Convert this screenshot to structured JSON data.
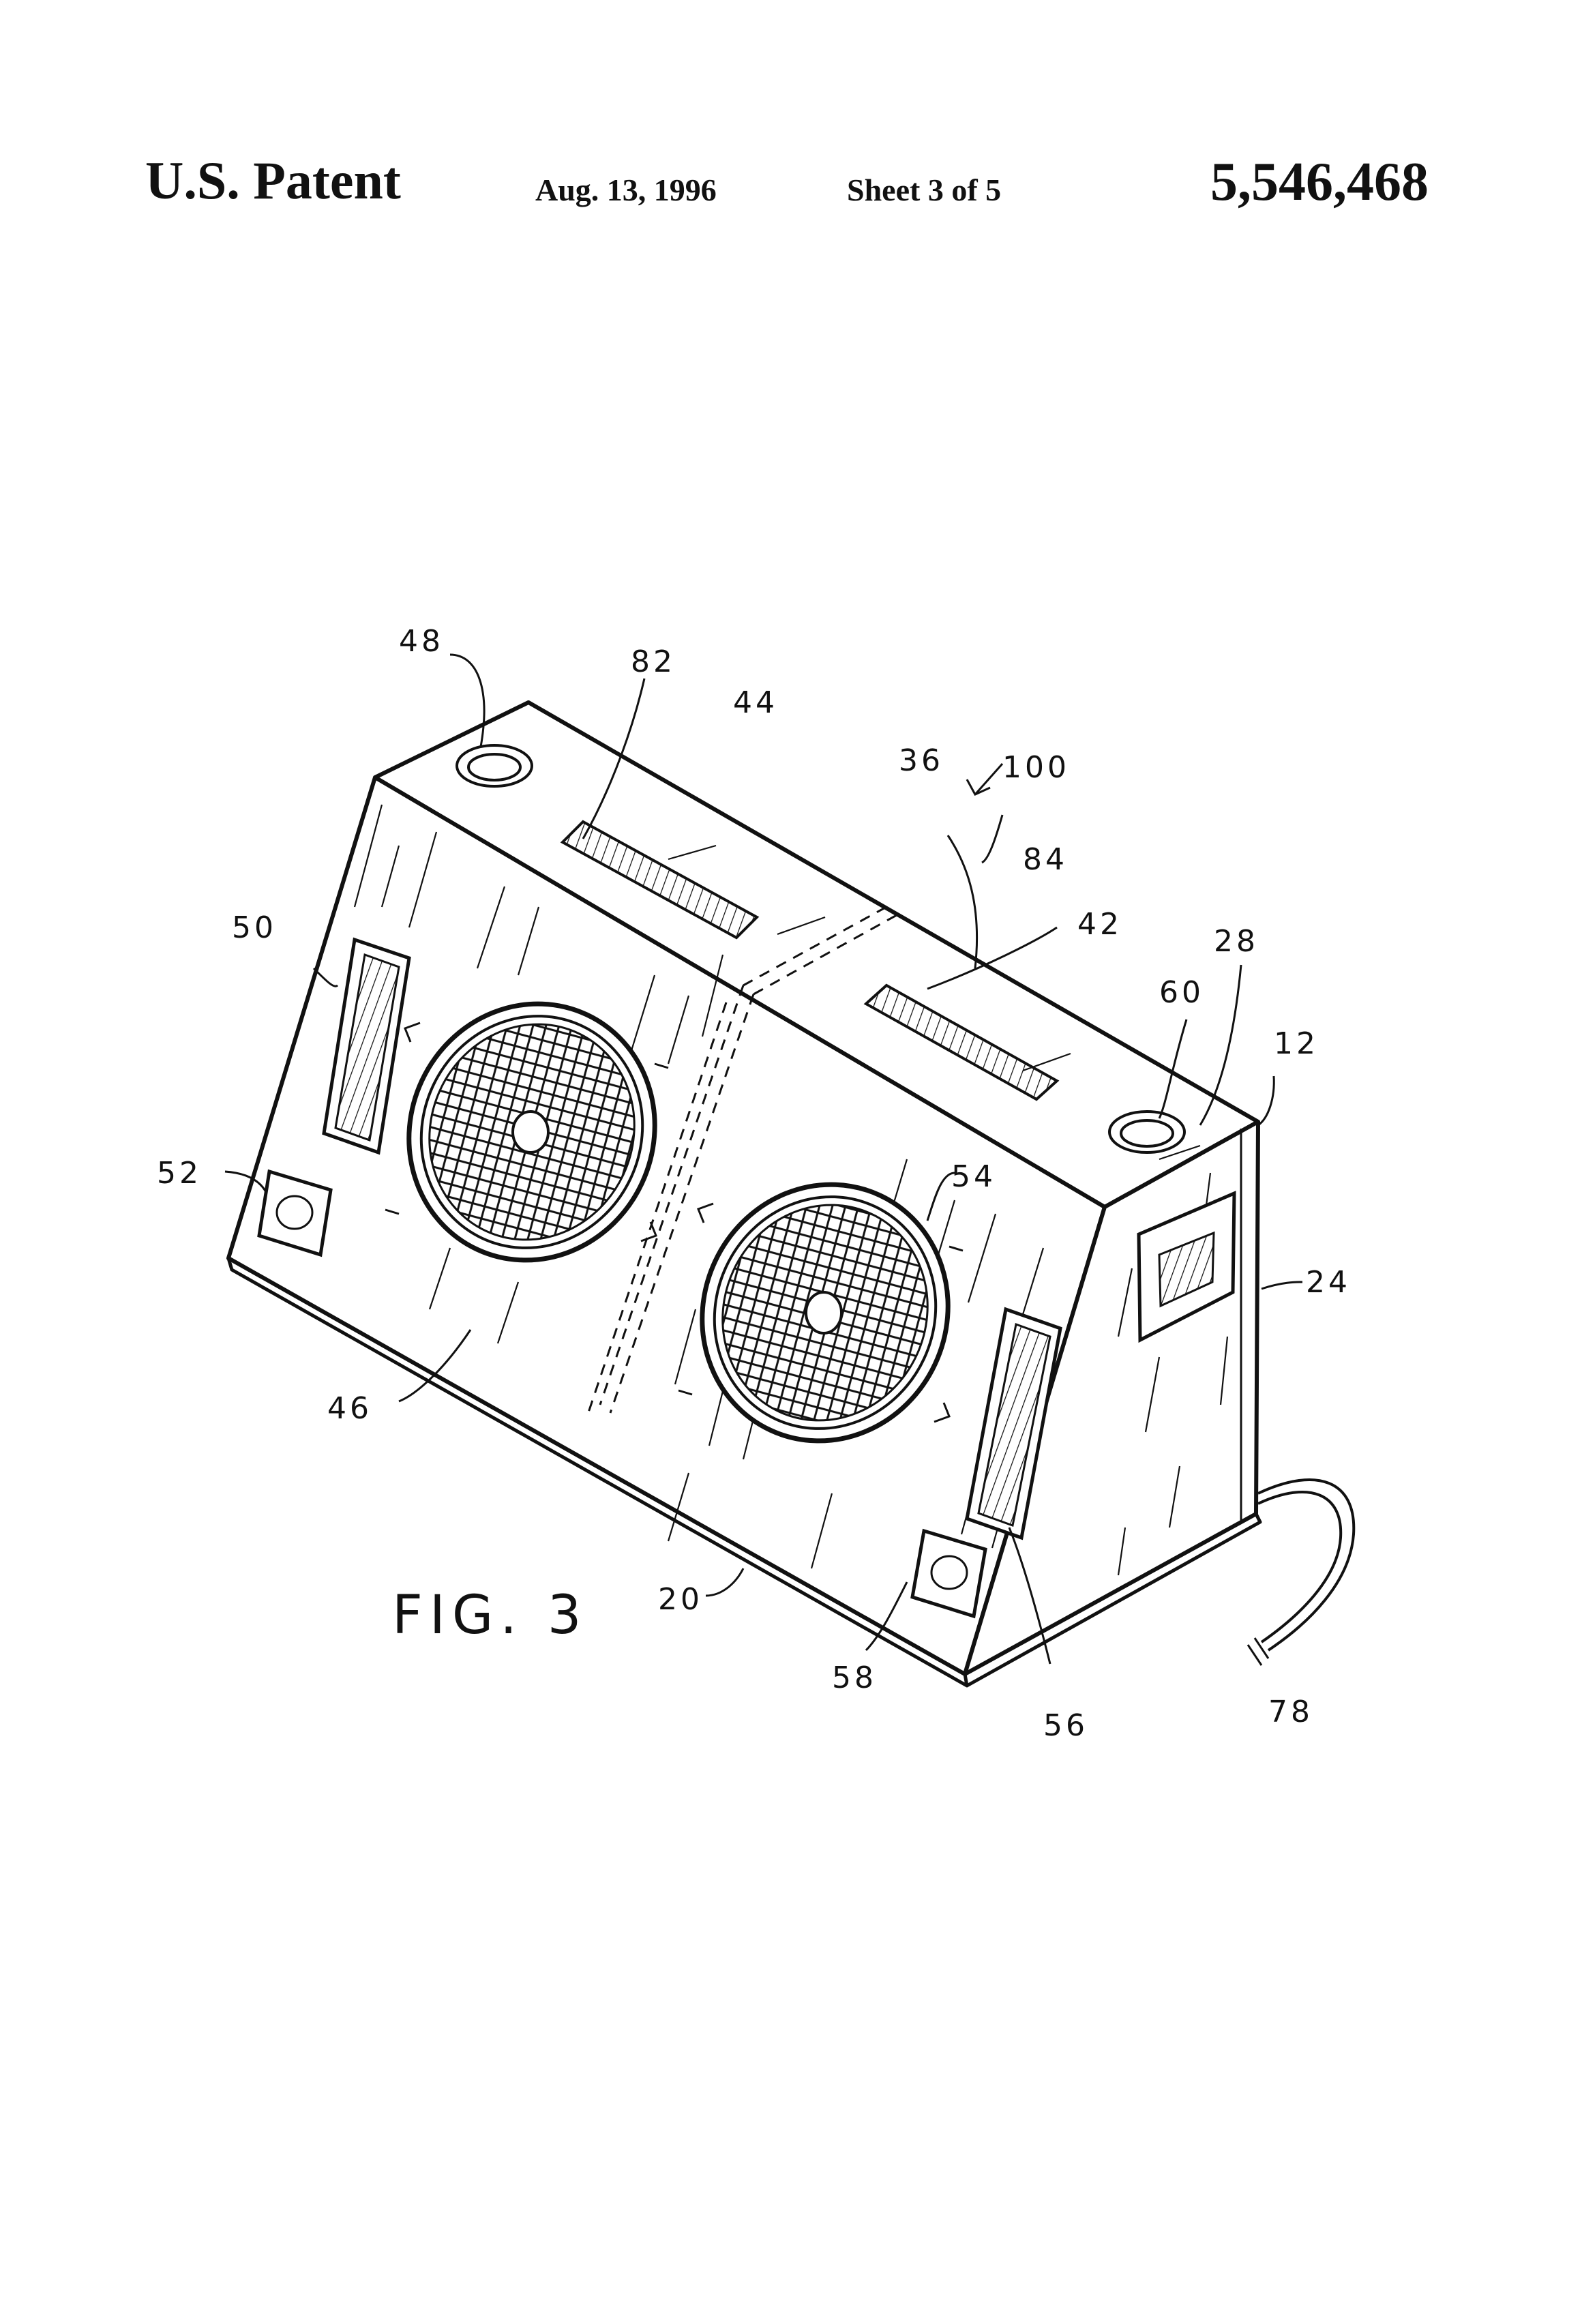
{
  "header": {
    "patent_label": "U.S. Patent",
    "date": "Aug. 13, 1996",
    "sheet": "Sheet 3 of 5",
    "patent_number": "5,546,468"
  },
  "figure": {
    "caption": "FIG. 3",
    "reference_numerals": {
      "r48": "48",
      "r82": "82",
      "r44": "44",
      "r36": "36",
      "r100": "100",
      "r84": "84",
      "r42": "42",
      "r28": "28",
      "r60": "60",
      "r12": "12",
      "r50": "50",
      "r52": "52",
      "r54": "54",
      "r24": "24",
      "r46": "46",
      "r20": "20",
      "r58": "58",
      "r56": "56",
      "r78": "78"
    }
  },
  "colors": {
    "ink": "#111111",
    "paper": "#ffffff"
  }
}
